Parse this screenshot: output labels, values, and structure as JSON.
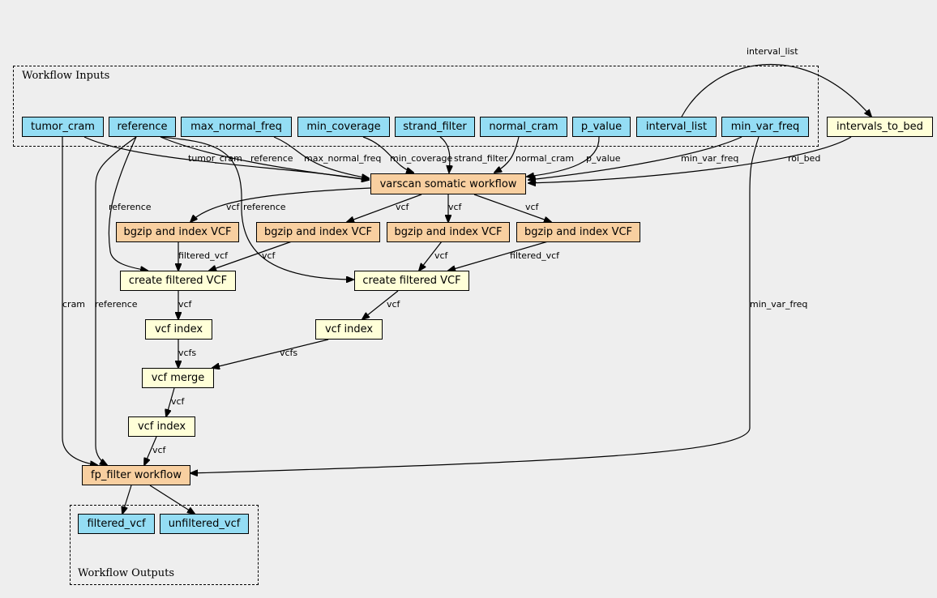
{
  "clusters": {
    "inputs": "Workflow Inputs",
    "outputs": "Workflow Outputs"
  },
  "inputs": {
    "tumor_cram": "tumor_cram",
    "reference": "reference",
    "max_normal_freq": "max_normal_freq",
    "min_coverage": "min_coverage",
    "strand_filter": "strand_filter",
    "normal_cram": "normal_cram",
    "p_value": "p_value",
    "interval_list": "interval_list",
    "min_var_freq": "min_var_freq"
  },
  "steps": {
    "intervals_to_bed": "intervals_to_bed",
    "varscan": "varscan somatic workflow",
    "bgzip1": "bgzip and index VCF",
    "bgzip2": "bgzip and index VCF",
    "bgzip3": "bgzip and index VCF",
    "bgzip4": "bgzip and index VCF",
    "filter1": "create filtered VCF",
    "filter2": "create filtered VCF",
    "index1": "vcf index",
    "index2": "vcf index",
    "merge": "vcf merge",
    "index3": "vcf index",
    "fp_filter": "fp_filter workflow"
  },
  "outputs": {
    "filtered_vcf": "filtered_vcf",
    "unfiltered_vcf": "unfiltered_vcf"
  },
  "edge_labels": {
    "interval_list": "interval_list",
    "tumor_cram": "tumor_cram",
    "reference": "reference",
    "max_normal_freq": "max_normal_freq",
    "min_coverage": "min_coverage",
    "strand_filter": "strand_filter",
    "normal_cram": "normal_cram",
    "p_value": "p_value",
    "min_var_freq": "min_var_freq",
    "roi_bed": "roi_bed",
    "vcf_a": "vcf",
    "vcf_b": "vcf",
    "vcf_c": "vcf",
    "vcf_d": "vcf",
    "ref_filter1": "reference",
    "ref_filter2": "reference",
    "filtered_vcf_1": "filtered_vcf",
    "vcf_e": "vcf",
    "vcf_f": "vcf",
    "filtered_vcf_2": "filtered_vcf",
    "vcf_g": "vcf",
    "vcf_h": "vcf",
    "vcfs_1": "vcfs",
    "vcfs_2": "vcfs",
    "vcf_i": "vcf",
    "vcf_j": "vcf",
    "cram": "cram",
    "ref_fp": "reference",
    "min_var_freq_fp": "min_var_freq"
  }
}
